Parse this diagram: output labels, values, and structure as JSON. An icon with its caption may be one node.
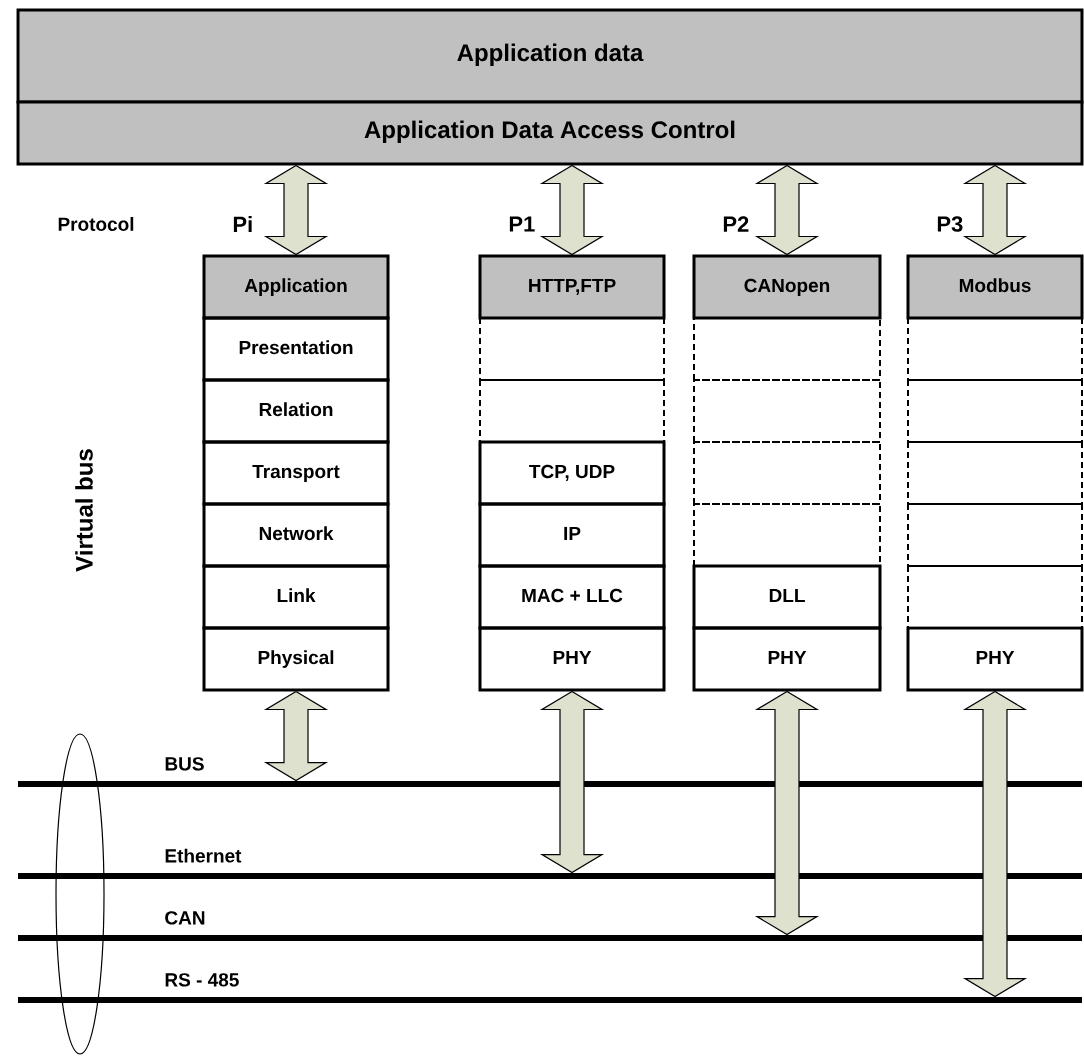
{
  "diagram": {
    "nodes": [
      {
        "text": [
          "Application data"
        ]
      },
      {
        "text": [
          "Application Data Access Control"
        ]
      },
      {
        "text": [
          "Application"
        ],
        "beside": [
          "Pi"
        ]
      },
      {
        "text": [
          "Presentation"
        ]
      },
      {
        "text": [
          "Relation"
        ]
      },
      {
        "text": [
          "Transport"
        ]
      },
      {
        "text": [
          "Network"
        ]
      },
      {
        "text": [
          "Link"
        ]
      },
      {
        "text": [
          "Physical"
        ]
      },
      {
        "text": [
          "HTTP,FTP"
        ],
        "beside": [
          "P1"
        ]
      },
      {
        "text": [],
        "shape": "box"
      },
      {
        "text": [],
        "shape": "box"
      },
      {
        "text": [
          "TCP, UDP"
        ]
      },
      {
        "text": [
          "IP"
        ]
      },
      {
        "text": [
          "MAC + LLC"
        ]
      },
      {
        "text": [
          "PHY"
        ]
      },
      {
        "text": [
          "CANopen"
        ],
        "beside": [
          "P2"
        ]
      },
      {
        "text": [],
        "shape": "box"
      },
      {
        "text": [],
        "shape": "box"
      },
      {
        "text": [],
        "shape": "box"
      },
      {
        "text": [],
        "shape": "box"
      },
      {
        "text": [
          "DLL"
        ]
      },
      {
        "text": [
          "PHY"
        ]
      },
      {
        "text": [
          "Modbus"
        ],
        "beside": [
          "P3"
        ]
      },
      {
        "text": [],
        "shape": "box"
      },
      {
        "text": [],
        "shape": "box"
      },
      {
        "text": [],
        "shape": "box"
      },
      {
        "text": [],
        "shape": "box"
      },
      {
        "text": [],
        "shape": "box"
      },
      {
        "text": [
          "PHY"
        ]
      },
      {
        "text": [
          "BUS"
        ]
      },
      {
        "text": [
          "Ethernet"
        ]
      },
      {
        "text": [
          "CAN"
        ]
      },
      {
        "text": [
          "RS - 485"
        ]
      },
      {
        "text": [],
        "shape": "ellipse"
      }
    ],
    "edges": [
      {
        "from": 1,
        "to": 2,
        "arrow": "both"
      },
      {
        "from": 1,
        "to": 9,
        "arrow": "both"
      },
      {
        "from": 1,
        "to": 16,
        "arrow": "both"
      },
      {
        "from": 1,
        "to": 23,
        "arrow": "both"
      },
      {
        "from": 8,
        "to": 30,
        "arrow": "both"
      },
      {
        "from": 15,
        "to": 31,
        "arrow": "both"
      },
      {
        "from": 22,
        "to": 32,
        "arrow": "both"
      },
      {
        "from": 29,
        "to": 33,
        "arrow": "both"
      }
    ],
    "labels": [
      "Protocol",
      "Virtual bus"
    ]
  }
}
